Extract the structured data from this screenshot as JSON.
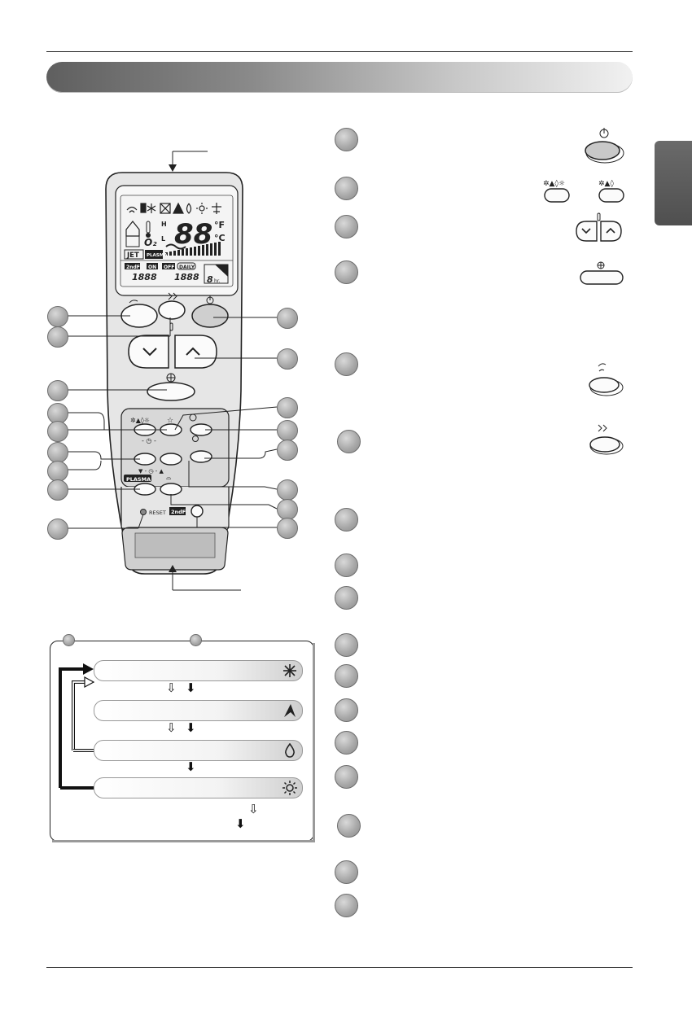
{
  "remote": {
    "display_units": {
      "fahrenheit": "°F",
      "celsius": "°C"
    },
    "display_digits": "88",
    "display_labels": {
      "jet": "JET",
      "plasma": "PLASMA",
      "ac_swing": "2ndF",
      "on": "ON",
      "off": "OFF",
      "daily": "DAILY",
      "timer_digits_1": "1888",
      "timer_digits_2": "1888",
      "hours": "hr.",
      "hour_digit": "8",
      "high": "H",
      "low": "L",
      "o2": "O₂"
    },
    "buttons": {
      "plasma_label": "PLASMA",
      "second_f_label": "2ndF",
      "reset_label": "RESET",
      "timer_dash_top": "- ◷ -",
      "timer_dash_bottom": "▼ - ◷ - ▲"
    }
  },
  "mode_box": {
    "arrows": {
      "hollow": "⇩",
      "solid": "⬇"
    }
  },
  "icons": {
    "power": "power-icon",
    "fan_speed": "fan-icon",
    "swing": "swing-icon",
    "jet": "jet-icon",
    "thermo": "thermometer-icon",
    "cool": "snowflake-icon",
    "auto": "auto-mode-icon",
    "dry": "droplet-icon",
    "heat": "sun-icon"
  },
  "colors": {
    "accent_dark": "#5f5f5f",
    "accent_light": "#f1f1f1",
    "remote_body": "#e6e6e6",
    "lcd": "#f4f4f4"
  }
}
